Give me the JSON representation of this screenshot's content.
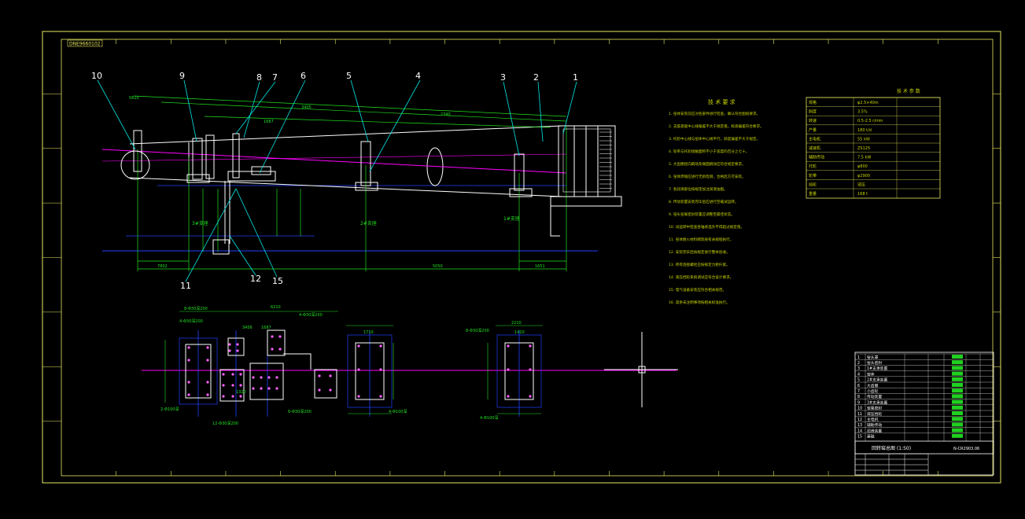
{
  "drawing": {
    "number_stamp": "DNE9660102",
    "title_code": "N-CR2903.06",
    "title_name": "回转窑总图 (1:50)",
    "colors": {
      "background": "#000000",
      "frame": "#e8e860",
      "outline": "#ffffff",
      "dimension": "#20e020",
      "center": "#ff00ff",
      "leader": "#00e8e8",
      "axis": "#2040ff",
      "text": "#c8d400"
    }
  },
  "callouts": [
    "1",
    "2",
    "3",
    "4",
    "5",
    "6",
    "7",
    "8",
    "9",
    "10",
    "11",
    "12",
    "15"
  ],
  "supports": {
    "pier1": "1#支座",
    "pier2": "2#支座",
    "pier3": "3#支座"
  },
  "dimensions": {
    "overall_main": "5820",
    "segment_a": "2340",
    "segment_b": "3405",
    "segment_c": "1687",
    "left_total": "7802",
    "mid_total": "5050",
    "right_total": "1651"
  },
  "notes": {
    "title": "技 术 要 求",
    "lines": [
      "1. 窑体安装前应对各部件进行检查，确认符合图纸要求。",
      "2. 支座基础中心线偏差不大于规定值，标高偏差符合要求。",
      "3. 托轮中心线与窑体中心线平行，斜度偏差不大于规定。",
      "4. 轮带与托轮接触面积不小于宽度的百分之七十。",
      "5. 大齿圈径向跳动及端面跳动应符合规定要求。",
      "6. 窑体焊缝应进行无损检测，合格后方可安装。",
      "7. 各润滑部位按规定加注润滑油脂。",
      "8. 传动装置安装完毕后应进行空载试运转。",
      "9. 窑头窑尾密封装置应调整至最佳状态。",
      "10. 试运转中检查各轴承温升不得超过规定值。",
      "11. 窑体耐火材料砌筑按有关规程执行。",
      "12. 安装完毕后按规定进行整体验收。",
      "13. 所有连接螺栓应按规定力矩拧紧。",
      "14. 液压挡轮系统调试应符合设计要求。",
      "15. 电气设备安装应符合相关规范。",
      "16. 其余未注明事项按相关标准执行。"
    ]
  },
  "spec_table": {
    "title": "技 术 参 数",
    "rows": [
      [
        "规格",
        "φ2.5×40m"
      ],
      [
        "斜度",
        "3.5%"
      ],
      [
        "转速",
        "0.5-2.5 r/min"
      ],
      [
        "产量",
        "180 t/d"
      ],
      [
        "主电机",
        "55 kW"
      ],
      [
        "减速机",
        "ZS125"
      ],
      [
        "辅助传动",
        "7.5 kW"
      ],
      [
        "托轮",
        "φ800"
      ],
      [
        "轮带",
        "φ2900"
      ],
      [
        "挡轮",
        "液压"
      ],
      [
        "重量",
        "168 t"
      ]
    ]
  },
  "parts_list": {
    "rows": [
      [
        "1",
        "窑头罩"
      ],
      [
        "2",
        "窑头密封"
      ],
      [
        "3",
        "1#支承装置"
      ],
      [
        "4",
        "窑体"
      ],
      [
        "5",
        "2#支承装置"
      ],
      [
        "6",
        "大齿圈"
      ],
      [
        "7",
        "小齿轮"
      ],
      [
        "8",
        "传动装置"
      ],
      [
        "9",
        "3#支承装置"
      ],
      [
        "10",
        "窑尾密封"
      ],
      [
        "11",
        "液压挡轮"
      ],
      [
        "12",
        "主电机"
      ],
      [
        "13",
        "辅助传动"
      ],
      [
        "14",
        "润滑装置"
      ],
      [
        "15",
        "基础"
      ]
    ]
  },
  "foundation_labels": {
    "a": "8-Φ30深200",
    "b": "4-Φ30深200",
    "c": "2-Φ100深",
    "d": "12-Φ30深200",
    "e": "6-Φ30深200",
    "f": "4-Φ30深200",
    "g": "4-Φ100深",
    "h": "8-Φ30深200",
    "i": "4-Φ100深",
    "w1": "2210",
    "w2": "1410",
    "w3": "1710",
    "w4": "3456",
    "w5": "1687",
    "w6": "1320",
    "w7": "6210"
  }
}
